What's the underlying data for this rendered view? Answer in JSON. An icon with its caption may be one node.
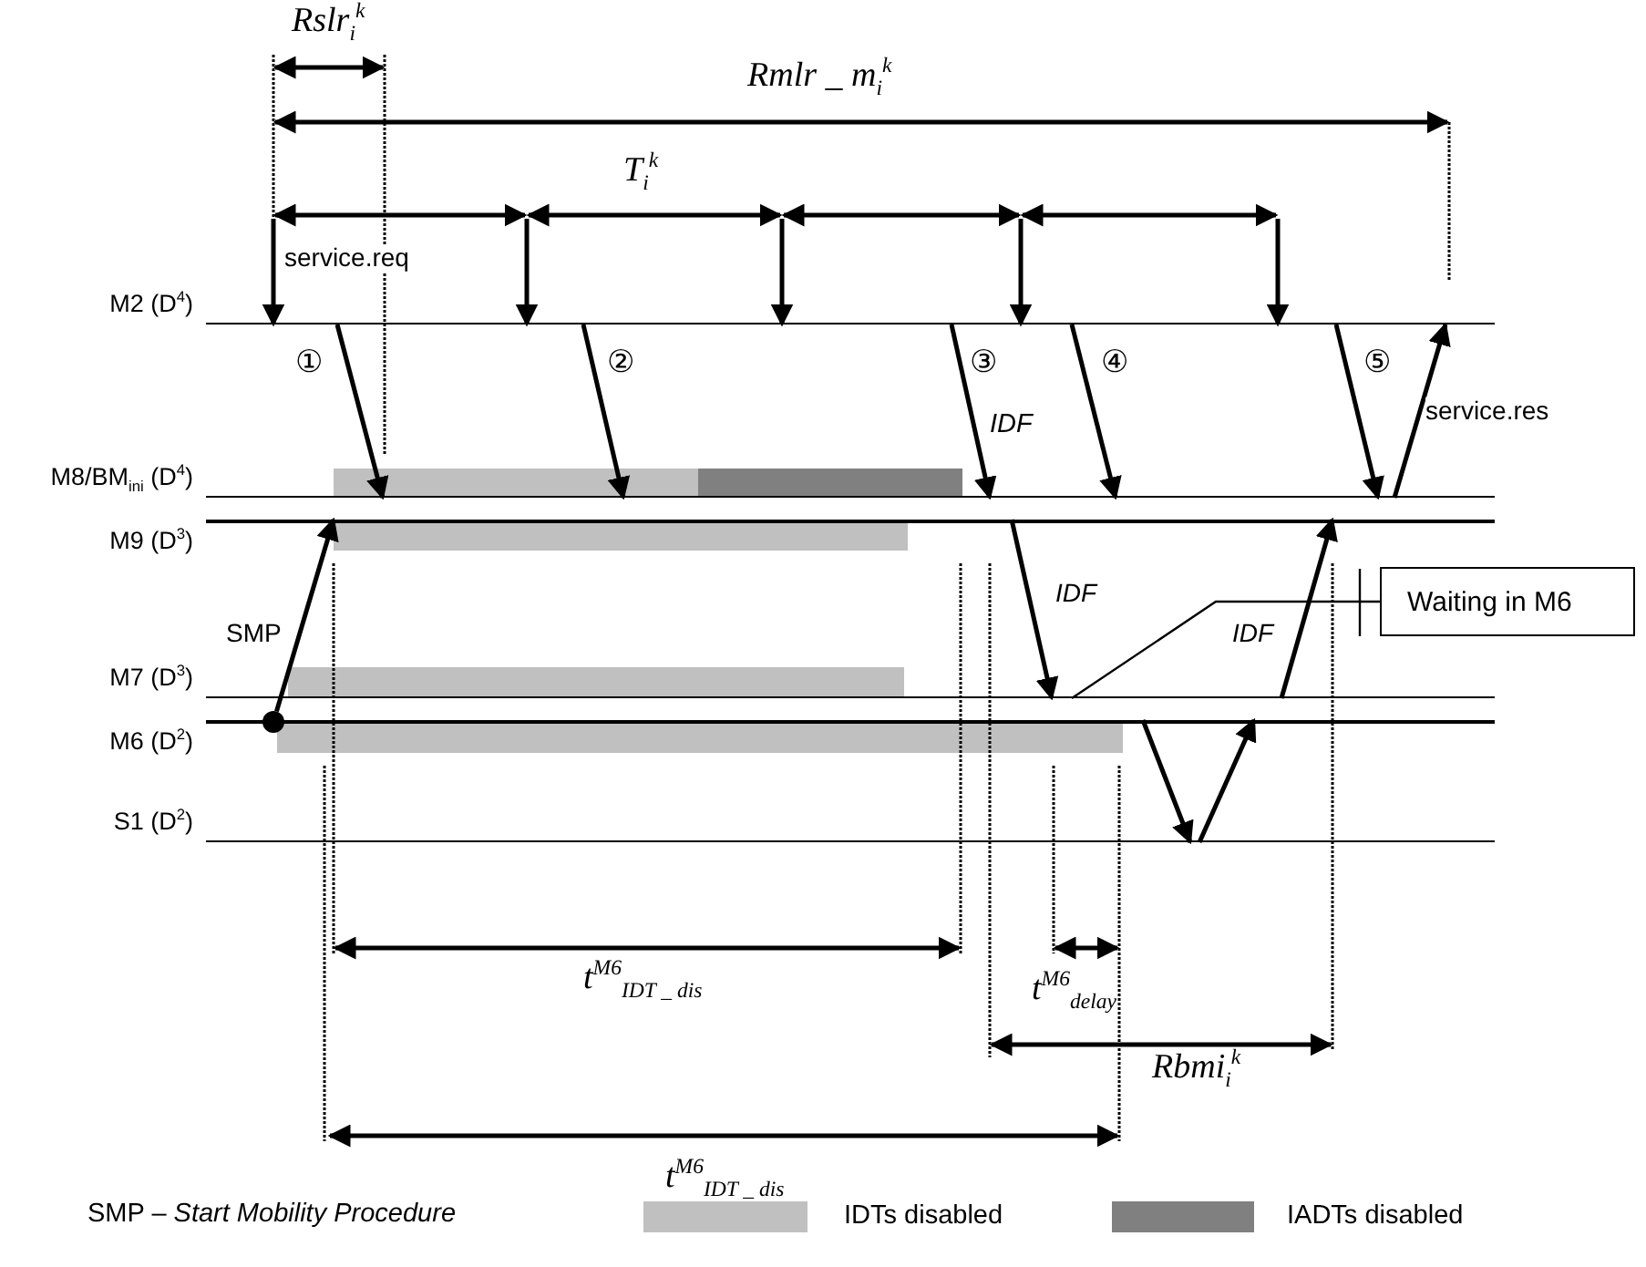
{
  "diagram": {
    "nodes": [
      {
        "text": [
          "M2 (D$^{4}$)"
        ]
      },
      {
        "text": [
          "M8/BM$_{ini}$ (D$^{4}$)"
        ]
      },
      {
        "text": [
          "M9 (D$^{3}$)"
        ]
      },
      {
        "text": [
          "M7 (D$^{3}$)"
        ]
      },
      {
        "text": [
          "M6 (D$^{2}$)"
        ]
      },
      {
        "text": [
          "S1 (D$^{2}$)"
        ]
      },
      {
        "text": [
          "Waiting in M6"
        ]
      },
      {
        "text": [],
        "shape": "circle"
      }
    ],
    "edges": [
      {
        "from": null,
        "to": 0,
        "arrow": "to",
        "label": "service.req"
      },
      {
        "from": null,
        "to": 0,
        "arrow": "to"
      },
      {
        "from": null,
        "to": 0,
        "arrow": "to"
      },
      {
        "from": null,
        "to": 0,
        "arrow": "to"
      },
      {
        "from": null,
        "to": 0,
        "arrow": "to"
      },
      {
        "from": 0,
        "to": 1,
        "arrow": "to",
        "label": "①"
      },
      {
        "from": 0,
        "to": 1,
        "arrow": "to",
        "label": "②"
      },
      {
        "from": 0,
        "to": 1,
        "arrow": "to",
        "label": "③"
      },
      {
        "from": 0,
        "to": 1,
        "arrow": "to",
        "label": "④"
      },
      {
        "from": 0,
        "to": 1,
        "arrow": "to",
        "label": "⑤"
      },
      {
        "from": 1,
        "to": 0,
        "arrow": "to",
        "label": "service.res"
      },
      {
        "from": 7,
        "to": 2,
        "arrow": "to",
        "label": "SMP"
      },
      {
        "from": 2,
        "to": 3,
        "arrow": "to",
        "label": "IDF"
      },
      {
        "from": 4,
        "to": 5,
        "arrow": "to"
      },
      {
        "from": 5,
        "to": 4,
        "arrow": "to"
      },
      {
        "from": 3,
        "to": 2,
        "arrow": "to",
        "label": "IDF"
      },
      {
        "from": 6,
        "to": 3,
        "arrow": "none"
      }
    ],
    "labels": [
      "Rslr$_{i}$$^{k}$",
      "Rmlr _ m$_{i}$$^{k}$",
      "T$_{i}$$^{k}$",
      "IDF",
      "t$^{M6}$$_{IDT _ dis}$",
      "t$^{M6}$$_{delay}$",
      "Rbmi$_{i}$$^{k}$",
      "t$^{M6}$$_{IDT _ dis}$",
      "SMP – *Start Mobility Procedure*"
    ],
    "legend": [
      {
        "text": "IDTs disabled",
        "color": "#c0c0c0"
      },
      {
        "text": "IADTs disabled",
        "color": "#808080"
      }
    ]
  }
}
